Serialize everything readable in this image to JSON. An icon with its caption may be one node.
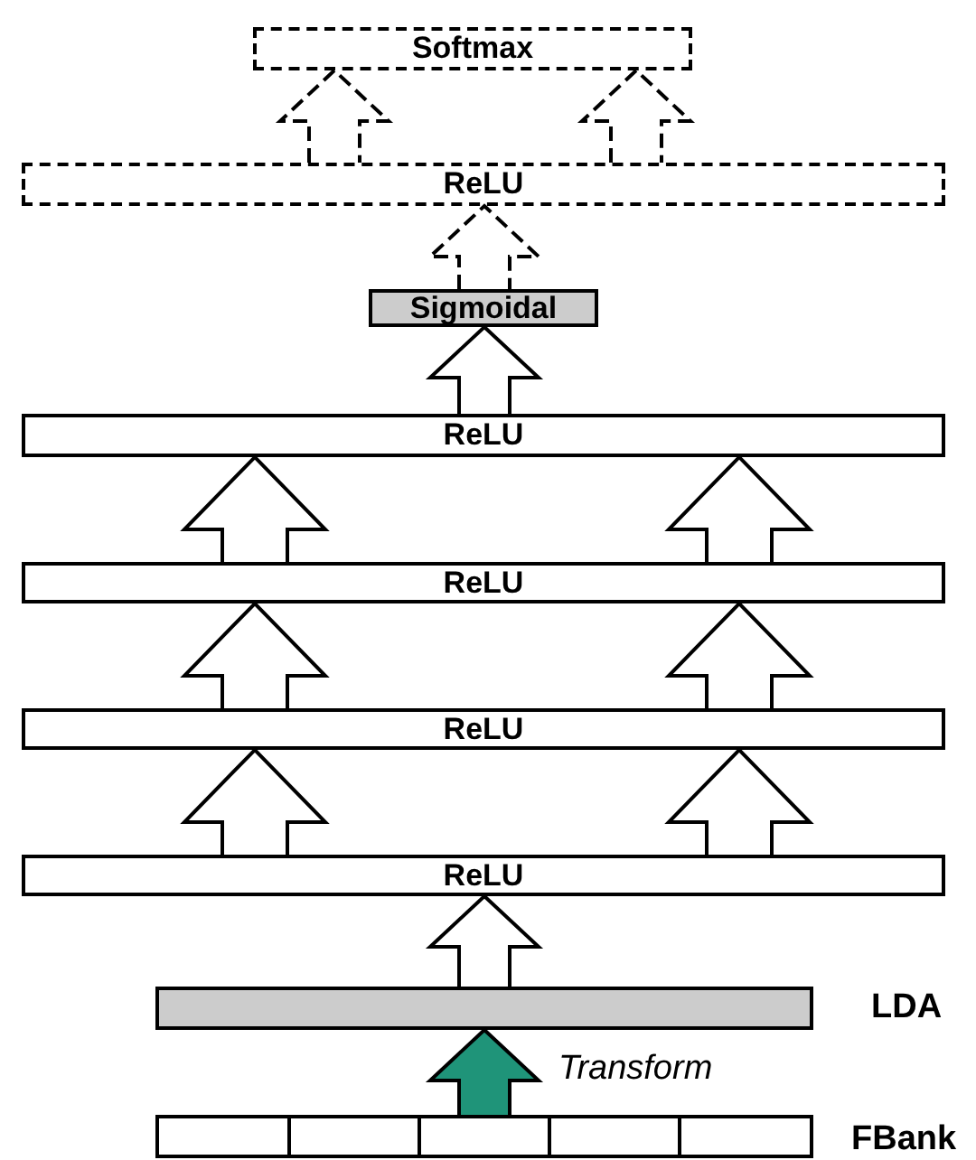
{
  "diagram": {
    "nodes": [
      {
        "text": [
          "Softmax"
        ]
      },
      {
        "text": [
          "ReLU"
        ]
      },
      {
        "text": [
          "Sigmoidal"
        ]
      },
      {
        "text": [
          "ReLU"
        ]
      },
      {
        "text": [
          "ReLU"
        ]
      },
      {
        "text": [
          "ReLU"
        ]
      },
      {
        "text": [
          "ReLU"
        ]
      },
      {
        "text": [],
        "shape": "bar",
        "beside": [
          "LDA"
        ]
      },
      {
        "text": [],
        "shape": "box",
        "beside": [
          "FBank"
        ]
      }
    ],
    "edges": [
      {
        "from": 8,
        "to": 7,
        "arrow": "to",
        "label": "Transform",
        "color": "#1f9479"
      },
      {
        "from": 7,
        "to": 6,
        "arrow": "to"
      },
      {
        "from": 6,
        "to": 5,
        "arrow": "to"
      },
      {
        "from": 6,
        "to": 5,
        "arrow": "to"
      },
      {
        "from": 5,
        "to": 4,
        "arrow": "to"
      },
      {
        "from": 5,
        "to": 4,
        "arrow": "to"
      },
      {
        "from": 4,
        "to": 3,
        "arrow": "to"
      },
      {
        "from": 4,
        "to": 3,
        "arrow": "to"
      },
      {
        "from": 3,
        "to": 2,
        "arrow": "to"
      },
      {
        "from": 2,
        "to": 1,
        "arrow": "to",
        "style": "dashed"
      },
      {
        "from": 1,
        "to": 0,
        "arrow": "to",
        "style": "dashed"
      },
      {
        "from": 1,
        "to": 0,
        "arrow": "to",
        "style": "dashed"
      }
    ]
  }
}
